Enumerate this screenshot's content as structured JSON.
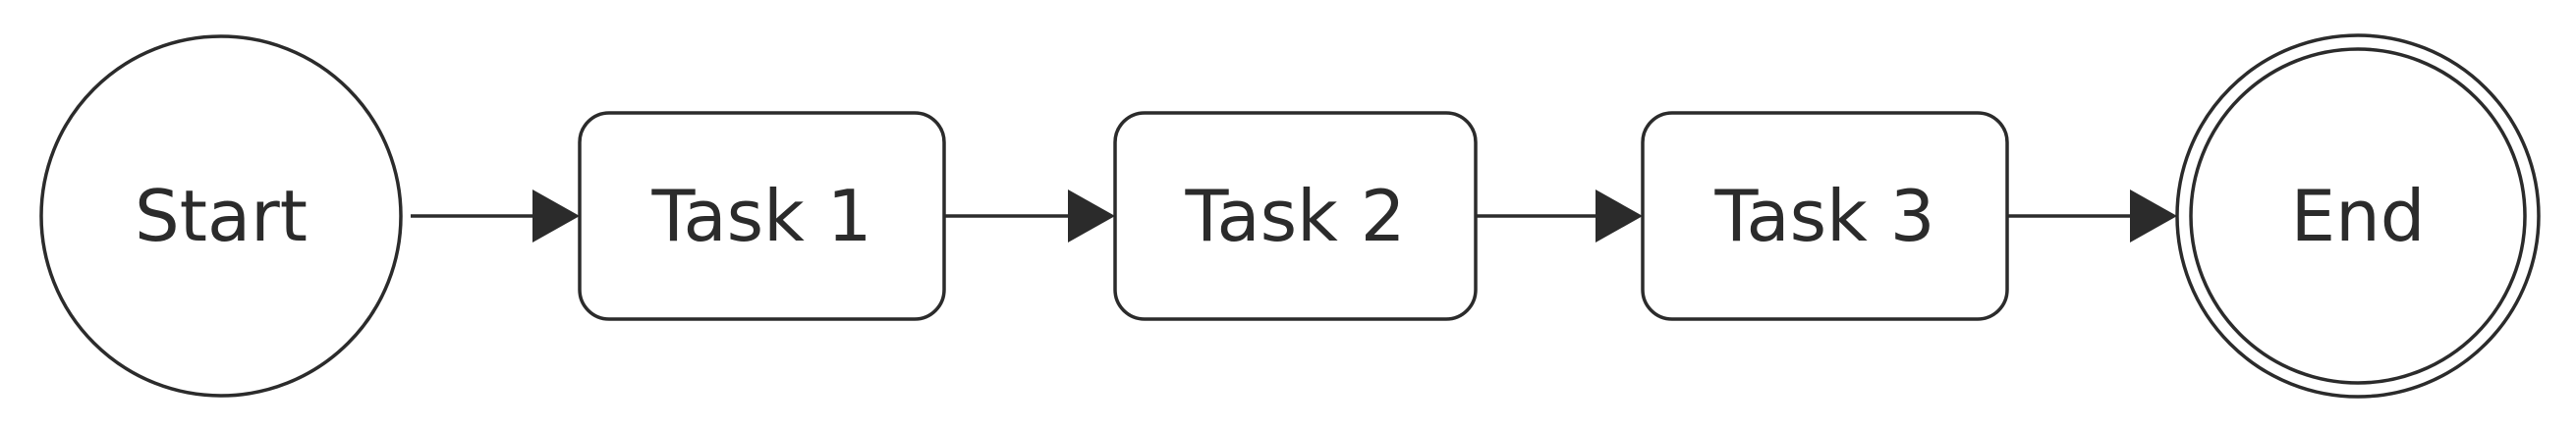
{
  "diagram": {
    "type": "flowchart",
    "direction": "left-to-right",
    "nodes": [
      {
        "id": "start",
        "label": "Start",
        "shape": "circle"
      },
      {
        "id": "task1",
        "label": "Task 1",
        "shape": "rounded-rectangle"
      },
      {
        "id": "task2",
        "label": "Task 2",
        "shape": "rounded-rectangle"
      },
      {
        "id": "task3",
        "label": "Task 3",
        "shape": "rounded-rectangle"
      },
      {
        "id": "end",
        "label": "End",
        "shape": "double-circle"
      }
    ],
    "edges": [
      {
        "from": "start",
        "to": "task1"
      },
      {
        "from": "task1",
        "to": "task2"
      },
      {
        "from": "task2",
        "to": "task3"
      },
      {
        "from": "task3",
        "to": "end"
      }
    ],
    "colors": {
      "stroke": "#2b2b2b",
      "fill": "#ffffff",
      "text": "#2b2b2b",
      "background": "#ffffff"
    }
  }
}
